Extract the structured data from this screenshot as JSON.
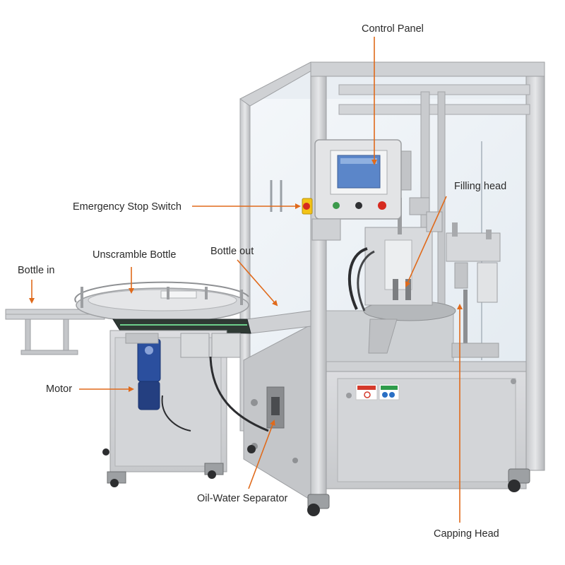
{
  "labels": {
    "control_panel": "Control Panel",
    "filling_head": "Filling head",
    "emergency_stop": "Emergency Stop Switch",
    "unscramble_bottle": "Unscramble Bottle",
    "bottle_out": "Bottle out",
    "bottle_in": "Bottle in",
    "motor": "Motor",
    "oil_water_separator": "Oil-Water Separator",
    "capping_head": "Capping Head"
  },
  "colors": {
    "callout_line": "#e06a1b",
    "steel_light": "#d9dadc",
    "steel_mid": "#b9bbbe",
    "steel_dark": "#8e9093",
    "glass": "#eef3f7",
    "screen": "#5b86c9",
    "motor_blue": "#2b4f9e",
    "estop_red": "#d62a1f",
    "estop_yellow": "#f3c316"
  }
}
